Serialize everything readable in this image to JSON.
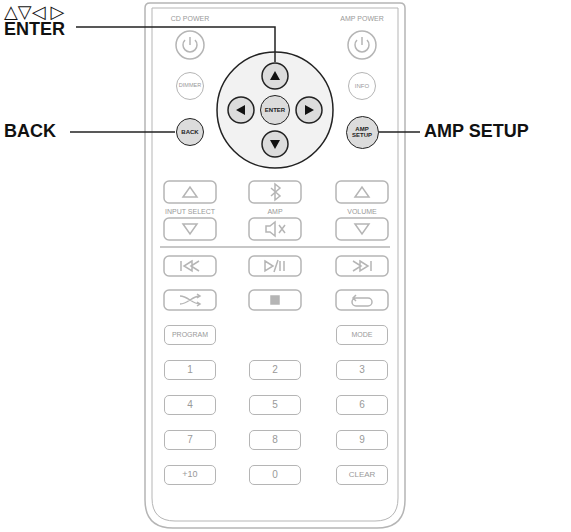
{
  "diagram": {
    "nodes": [
      {
        "text": [
          "DIMMER"
        ]
      },
      {
        "text": [
          "INFO"
        ]
      },
      {
        "text": [
          "ENTER"
        ]
      },
      {
        "text": [
          "BACK"
        ]
      },
      {
        "text": [
          "AMP SETUP"
        ]
      },
      {
        "text": [
          "PROGRAM"
        ]
      },
      {
        "text": [
          "MODE"
        ]
      },
      {
        "text": [
          "1"
        ]
      },
      {
        "text": [
          "2"
        ]
      },
      {
        "text": [
          "3"
        ]
      },
      {
        "text": [
          "4"
        ]
      },
      {
        "text": [
          "5"
        ]
      },
      {
        "text": [
          "6"
        ]
      },
      {
        "text": [
          "7"
        ]
      },
      {
        "text": [
          "8"
        ]
      },
      {
        "text": [
          "9"
        ]
      },
      {
        "text": [
          "+10"
        ]
      },
      {
        "text": [
          "0"
        ]
      },
      {
        "text": [
          "CLEAR"
        ]
      }
    ],
    "labels": [
      "△▽◁ ▷",
      "ENTER",
      "BACK",
      "AMP SETUP",
      "CD POWER",
      "AMP POWER",
      "INPUT SELECT",
      "AMP",
      "VOLUME"
    ]
  }
}
